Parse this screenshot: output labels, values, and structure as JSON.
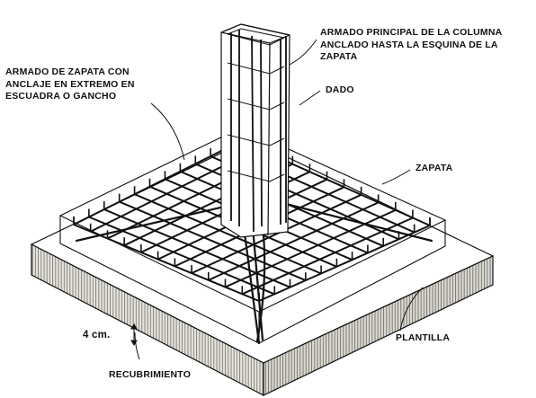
{
  "labels": {
    "armado_columna": {
      "line1": "ARMADO PRINCIPAL DE LA COLUMNA",
      "line2": "ANCLADO HASTA LA ESQUINA DE LA",
      "line3": "ZAPATA"
    },
    "armado_zapata": {
      "line1": "ARMADO DE ZAPATA CON",
      "line2": "ANCLAJE EN EXTREMO EN",
      "line3": "ESCUADRA O GANCHO"
    },
    "dado": "DADO",
    "zapata": "ZAPATA",
    "plantilla": "PLANTILLA",
    "espesor": "4 cm.",
    "recubrimiento": "RECUBRIMIENTO"
  },
  "colors": {
    "ink": "#111111",
    "plantilla_face": "#e7e5dd",
    "hatch": "#7a7a72",
    "background": "#ffffff"
  }
}
